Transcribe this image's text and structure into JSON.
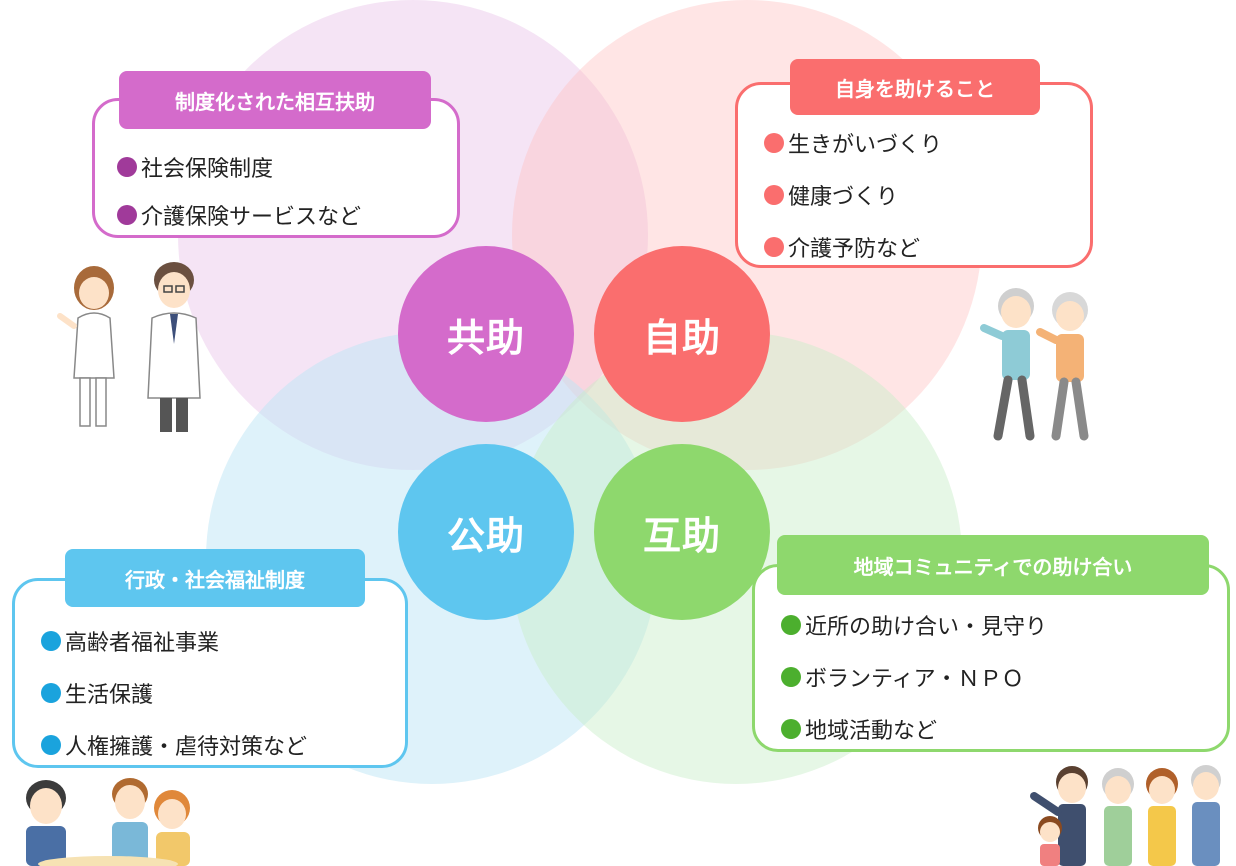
{
  "circles": {
    "kyojo": "共助",
    "jijo": "自助",
    "kojo": "公助",
    "gojo": "互助"
  },
  "cards": {
    "kyojo": {
      "title": "制度化された相互扶助",
      "items": [
        "社会保険制度",
        "介護保険サービスなど"
      ]
    },
    "jijo": {
      "title": "自身を助けること",
      "items": [
        "生きがいづくり",
        "健康づくり",
        "介護予防など"
      ]
    },
    "kojo": {
      "title": "行政・社会福祉制度",
      "items": [
        "高齢者福祉事業",
        "生活保護",
        "人権擁護・虐待対策など"
      ]
    },
    "gojo": {
      "title": "地域コミュニティでの助け合い",
      "items": [
        "近所の助け合い・見守り",
        "ボランティア・ＮＰＯ",
        "地域活動など"
      ]
    }
  },
  "colors": {
    "kyojo": "#d46bcb",
    "jijo": "#fa6e6e",
    "kojo": "#5ec6ef",
    "gojo": "#8ed86d"
  },
  "illustrations": [
    "nurse-and-doctor-illustration",
    "elderly-couple-walking-illustration",
    "family-consultation-illustration",
    "community-group-illustration"
  ]
}
